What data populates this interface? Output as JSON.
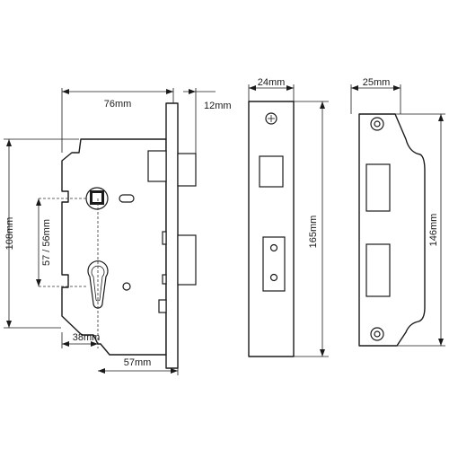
{
  "diagram": {
    "lock_body": {
      "width": "76mm",
      "forend_projection": "12mm",
      "height": "108mm",
      "centres": "57 / 56mm",
      "backset_cylinder": "38mm",
      "backset_forend": "57mm"
    },
    "forend_plate": {
      "width": "24mm",
      "height": "165mm"
    },
    "strike_plate": {
      "width": "25mm",
      "height": "146mm"
    },
    "colors": {
      "line": "#1a1a1a",
      "background": "#ffffff"
    }
  }
}
